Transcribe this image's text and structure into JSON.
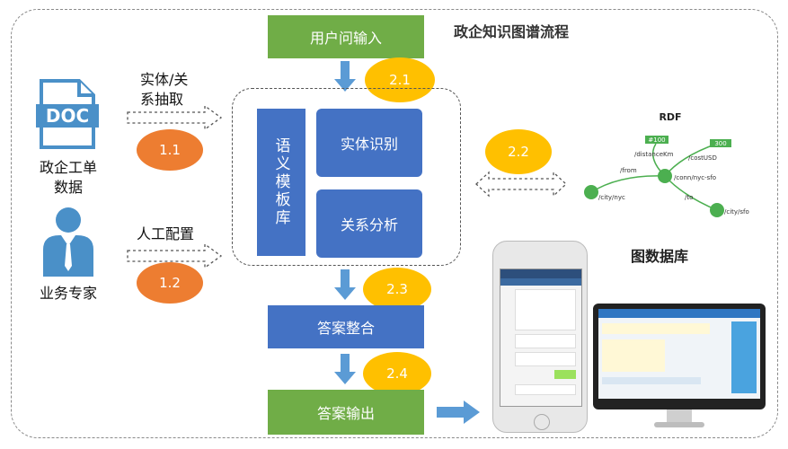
{
  "title": "政企知识图谱流程",
  "nodes": {
    "user_input": "用户问输入",
    "semantic_lib": "语义模板库",
    "entity_recog": "实体识别",
    "relation_analysis": "关系分析",
    "answer_integrate": "答案整合",
    "answer_output": "答案输出"
  },
  "left": {
    "doc_icon_text": "DOC",
    "doc_label_1": "政企工单",
    "doc_label_2": "数据",
    "expert_label": "业务专家",
    "extract_label_1": "实体/关",
    "extract_label_2": "系抽取",
    "manual_label": "人工配置"
  },
  "badges": {
    "b11": "1.1",
    "b12": "1.2",
    "b21": "2.1",
    "b22": "2.2",
    "b23": "2.3",
    "b24": "2.4"
  },
  "graph": {
    "title": "RDF",
    "labels": {
      "n1": "#100",
      "n2": "300",
      "n3": "/distanceKm",
      "n4": "/costUSD",
      "n5": "/conn/nyc-sfo",
      "n6": "/from",
      "n7": "/to",
      "n8": "/city/nyc",
      "n9": "/city/sfo"
    },
    "caption": "图数据库"
  },
  "colors": {
    "green": "#70ad47",
    "blue": "#4472c4",
    "orange": "#ed7d31",
    "yellow": "#ffc000",
    "arrow": "#5b9bd5"
  }
}
